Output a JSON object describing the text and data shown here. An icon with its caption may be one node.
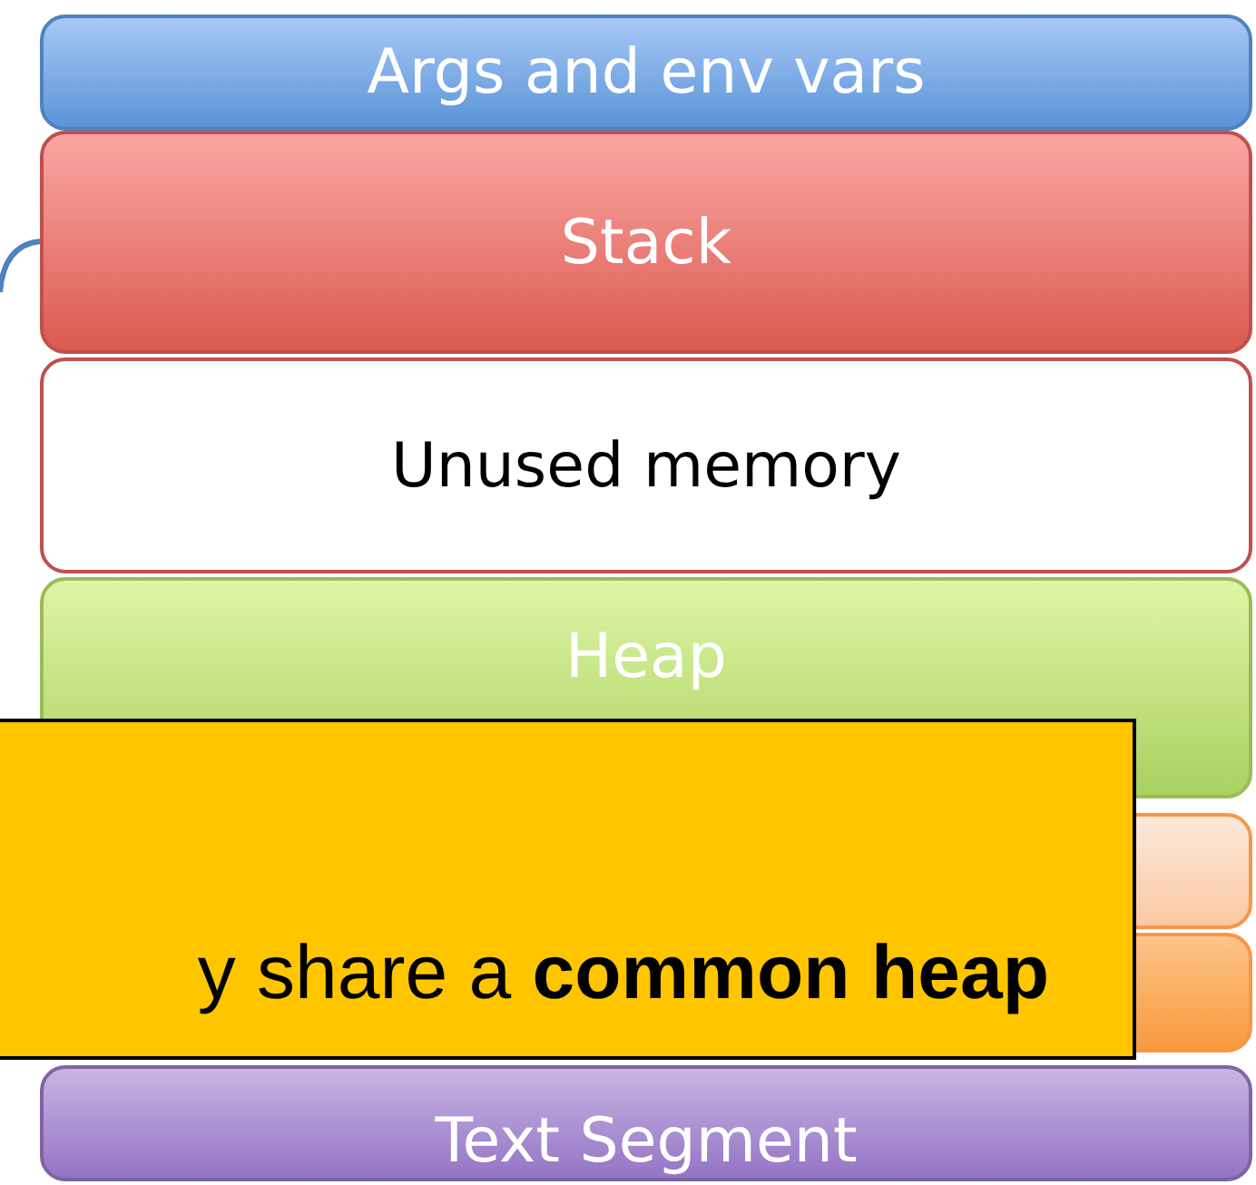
{
  "diagram": {
    "nodes": [
      {
        "text": [
          "Args and env vars"
        ]
      },
      {
        "text": [
          "Stack"
        ]
      },
      {
        "text": [
          "Unused memory"
        ]
      },
      {
        "text": [
          "Heap"
        ]
      },
      {
        "text": [],
        "shape": "box"
      },
      {
        "text": [],
        "shape": "box"
      },
      {
        "text": [
          "Text Segment"
        ]
      },
      {
        "text": [
          "y share a **common heap**"
        ]
      }
    ],
    "edges": [
      {
        "from": null,
        "to": 1,
        "arrow": "none"
      }
    ]
  }
}
